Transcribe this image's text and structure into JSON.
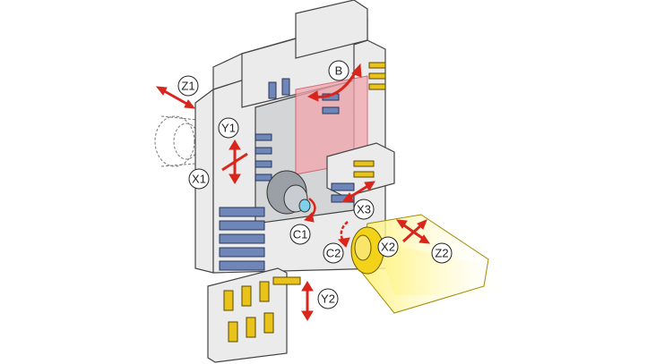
{
  "diagram": {
    "colors": {
      "frame": "#ebebec",
      "arrow": "#d9261c",
      "blue_tooling": "#6f86b8",
      "gold_tooling": "#e9c21a",
      "pink_zone": "#f2a6ad",
      "spindle_glow": "#fff3a0"
    },
    "axis_labels": {
      "z1": "Z1",
      "b": "B",
      "y1": "Y1",
      "x1": "X1",
      "c1": "C1",
      "x3": "X3",
      "c2": "C2",
      "x2": "X2",
      "z2": "Z2",
      "y2": "Y2"
    }
  }
}
